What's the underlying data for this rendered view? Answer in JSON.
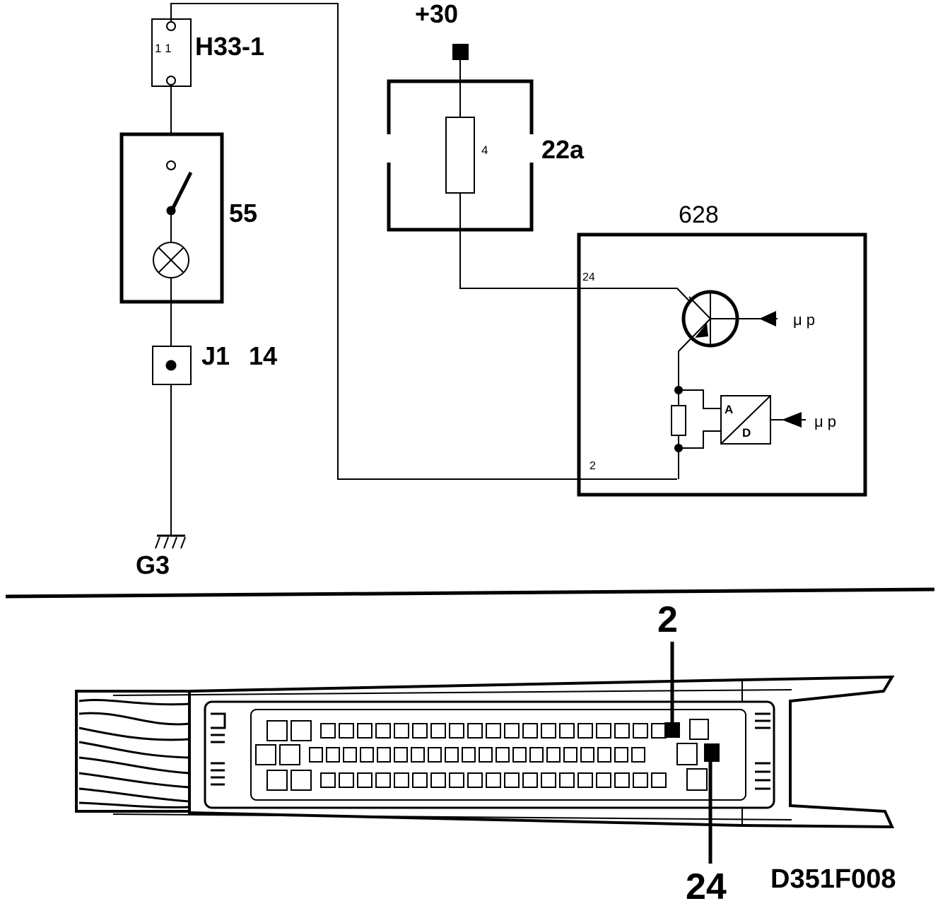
{
  "wiring": {
    "fuse_h33": {
      "ref": "H33-1",
      "pin": "1 1"
    },
    "switch_lamp": {
      "ref": "55"
    },
    "connector_j1": {
      "ref": "J1",
      "pin": "14"
    },
    "ground": {
      "ref": "G3"
    },
    "supply": {
      "ref": "+30"
    },
    "fuse_box": {
      "ref": "22a",
      "fuse": "4"
    },
    "control_unit": {
      "ref": "628",
      "pin_top": "24",
      "pin_bottom": "2",
      "adc_a": "A",
      "adc_d": "D",
      "mp1": "μ p",
      "mp2": "μ p"
    }
  },
  "connector_view": {
    "pin_upper": "2",
    "pin_lower": "24",
    "drawing_code": "D351F008"
  },
  "colors": {
    "ink": "#000000",
    "paper": "#ffffff"
  }
}
